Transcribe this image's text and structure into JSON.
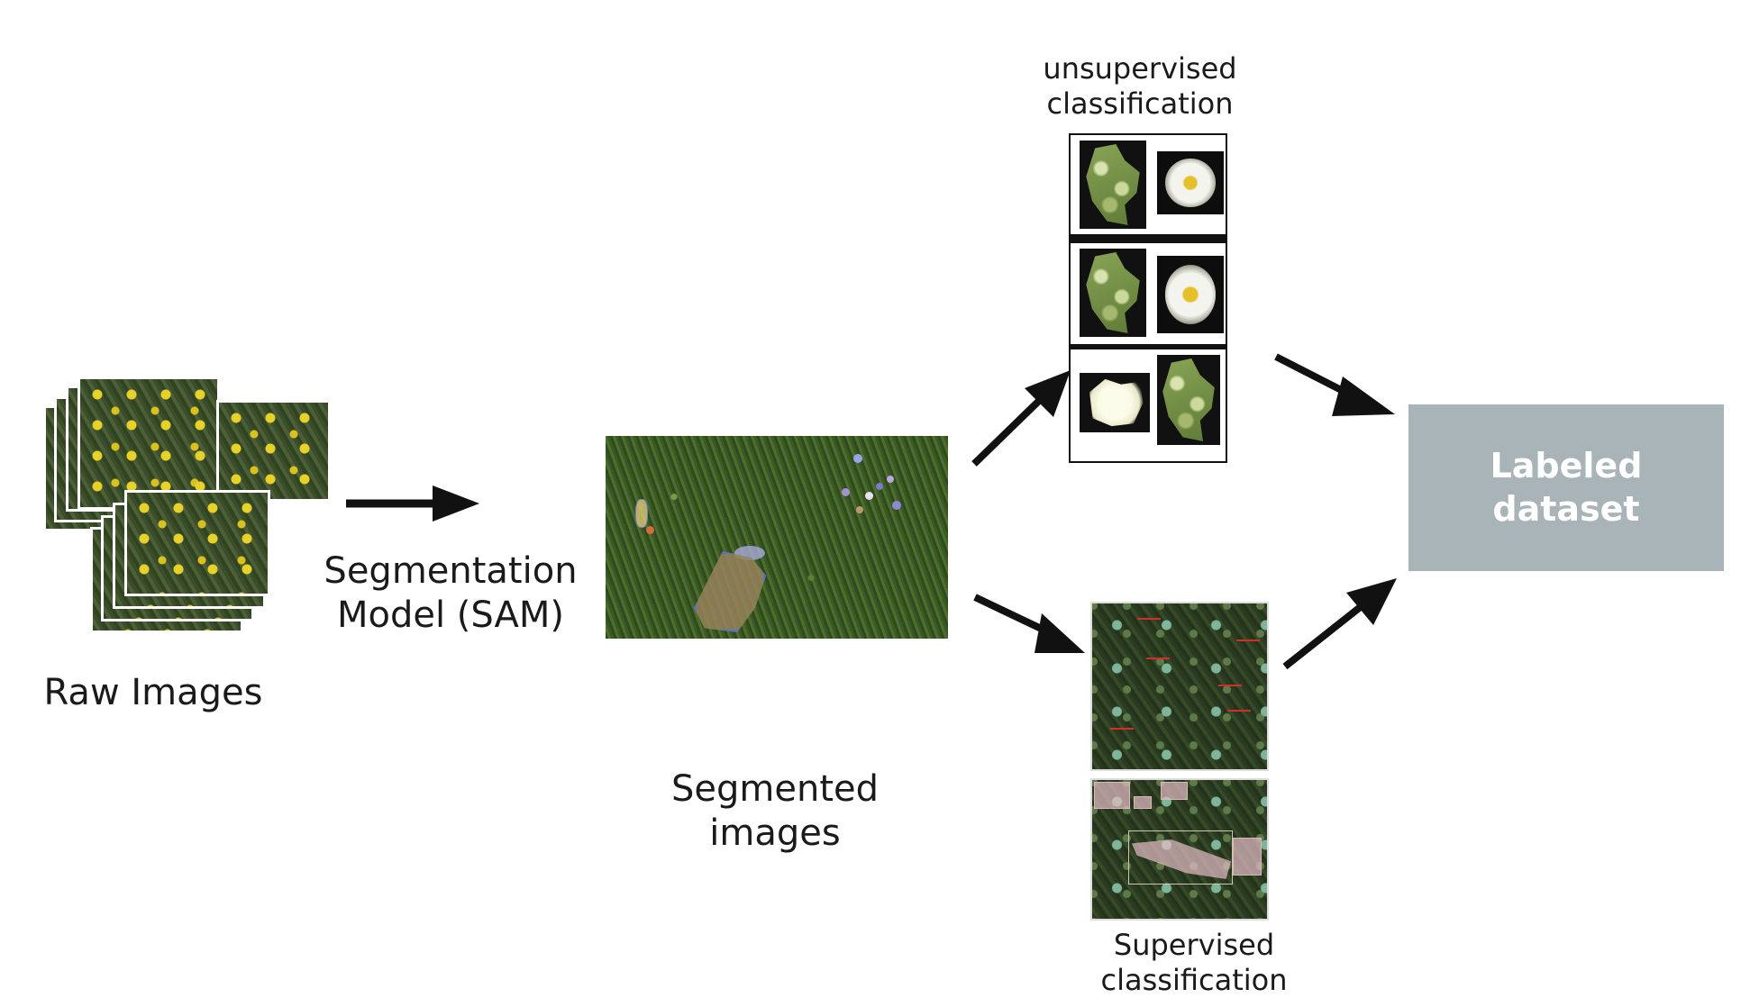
{
  "labels": {
    "raw_images": "Raw Images",
    "segmentation_model": "Segmentation\nModel (SAM)",
    "segmented_images": "Segmented\nimages",
    "unsupervised": "unsupervised\nclassification",
    "supervised": "Supervised\nclassification",
    "labeled_dataset": "Labeled\ndataset"
  },
  "colors": {
    "arrow": "#111111",
    "labeled_box": "#a9b4b8",
    "segment_outline": "#5f6fd0"
  }
}
